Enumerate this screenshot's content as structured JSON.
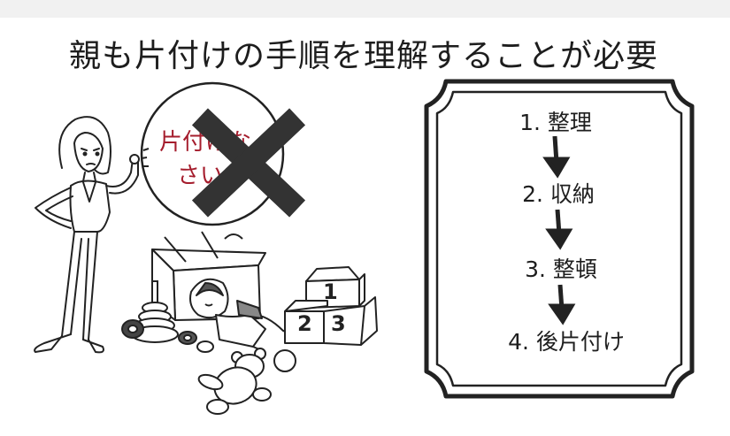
{
  "title": "親も片付けの手順を理解することが必要",
  "speech_bubble": {
    "line1": "片付けな",
    "line2": "さい",
    "crossed_out": true
  },
  "steps": [
    {
      "label": "1. 整理"
    },
    {
      "label": "2. 収納"
    },
    {
      "label": "3. 整頓"
    },
    {
      "label": "4. 後片付け"
    }
  ],
  "blocks": {
    "top": "1",
    "left": "2",
    "right": "3"
  },
  "colors": {
    "text": "#1d1d1d",
    "bubble_text": "#a51d2d",
    "cross": "#333333",
    "frame": "#222222"
  }
}
